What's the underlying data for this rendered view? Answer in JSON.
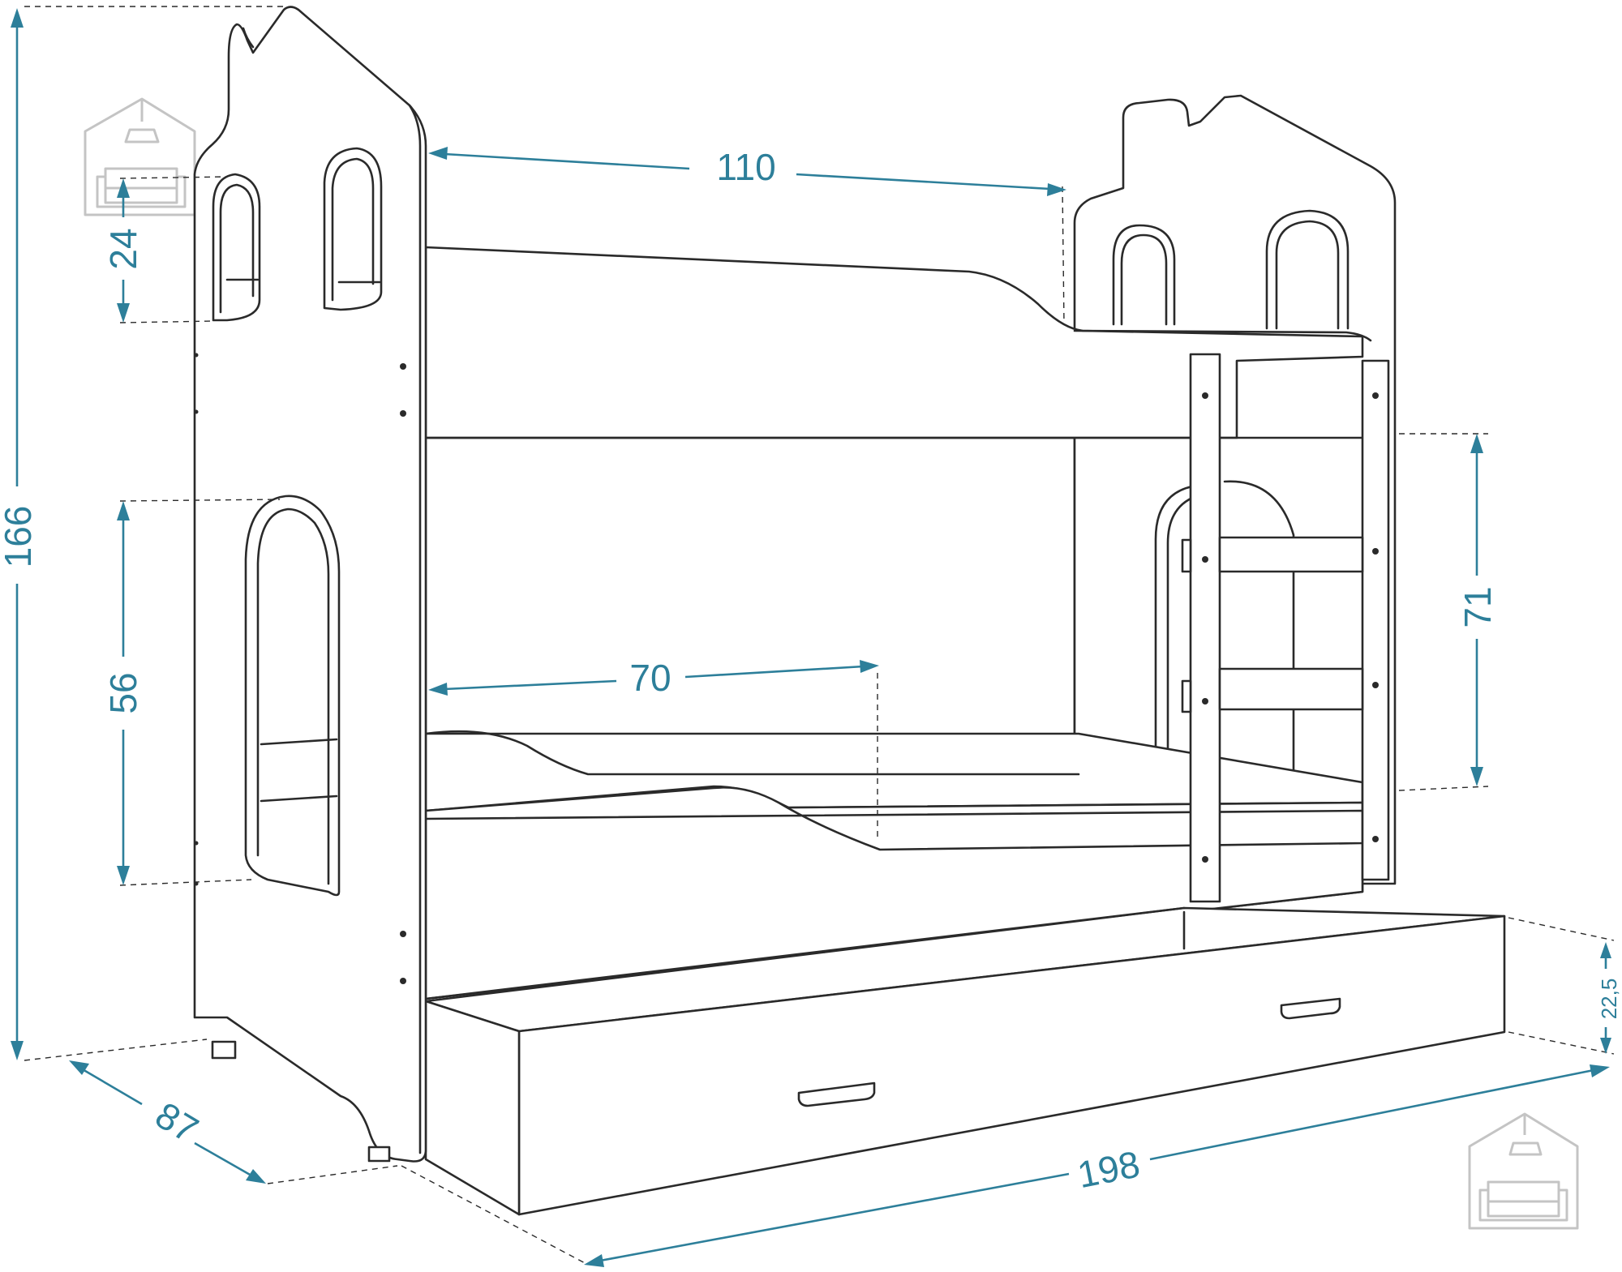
{
  "dimensions": {
    "height_total": "166",
    "top_opening_height": "24",
    "bottom_opening_height": "56",
    "depth": "87",
    "upper_width": "110",
    "lower_opening_width": "70",
    "ladder_height": "71",
    "length": "198",
    "drawer_height": "22,5"
  },
  "colors": {
    "dimension": "#2d7f9a",
    "outline": "#2a2a2a",
    "logo": "#c4c4c4"
  },
  "icons": [
    "house-sofa-logo-icon",
    "house-sofa-logo-icon"
  ]
}
